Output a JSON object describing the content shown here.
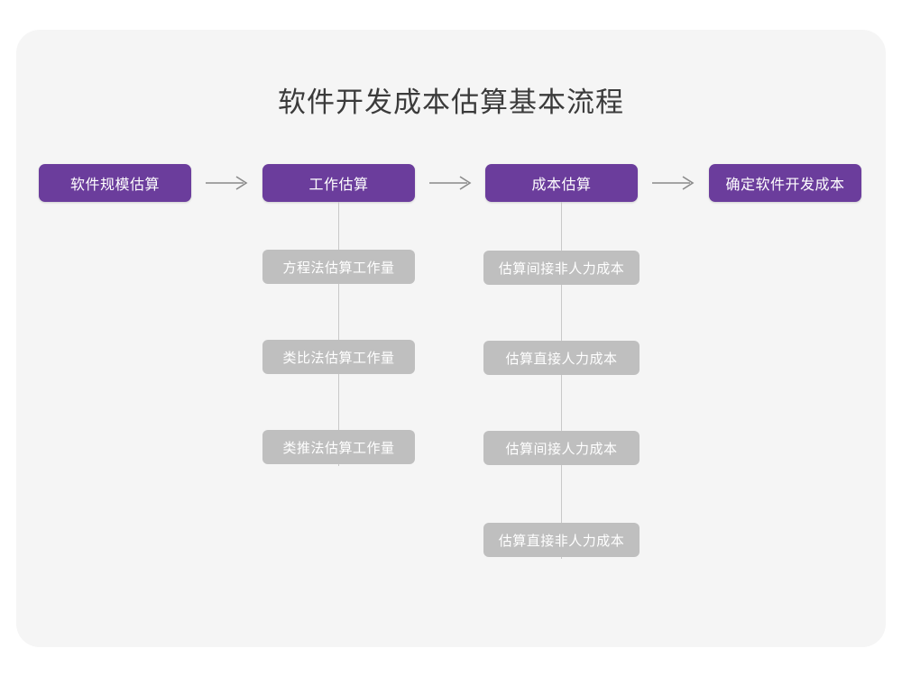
{
  "diagram": {
    "title": "软件开发成本估算基本流程",
    "colors": {
      "page_background": "#ffffff",
      "card_background": "#f5f5f5",
      "primary_node": "#6b3d9c",
      "secondary_node": "#bfbfbf",
      "title_text": "#3b3b3b",
      "node_text": "#ffffff",
      "connector_line": "#c9c9c9",
      "arrow": "#8a8a8a"
    },
    "main_flow": [
      {
        "id": "step1",
        "label": "软件规模估算"
      },
      {
        "id": "step2",
        "label": "工作估算"
      },
      {
        "id": "step3",
        "label": "成本估算"
      },
      {
        "id": "step4",
        "label": "确定软件开发成本"
      }
    ],
    "arrows": [
      {
        "id": "arrow1",
        "glyph": "arrow-right-icon",
        "from": "step1",
        "to": "step2"
      },
      {
        "id": "arrow2",
        "glyph": "arrow-right-icon",
        "from": "step2",
        "to": "step3"
      },
      {
        "id": "arrow3",
        "glyph": "arrow-right-icon",
        "from": "step3",
        "to": "step4"
      }
    ],
    "branches": [
      {
        "parent": "step2",
        "items": [
          {
            "label": "方程法估算工作量"
          },
          {
            "label": "类比法估算工作量"
          },
          {
            "label": "类推法估算工作量"
          }
        ]
      },
      {
        "parent": "step3",
        "items": [
          {
            "label": "估算间接非人力成本"
          },
          {
            "label": "估算直接人力成本"
          },
          {
            "label": "估算间接人力成本"
          },
          {
            "label": "估算直接非人力成本"
          }
        ]
      }
    ]
  }
}
